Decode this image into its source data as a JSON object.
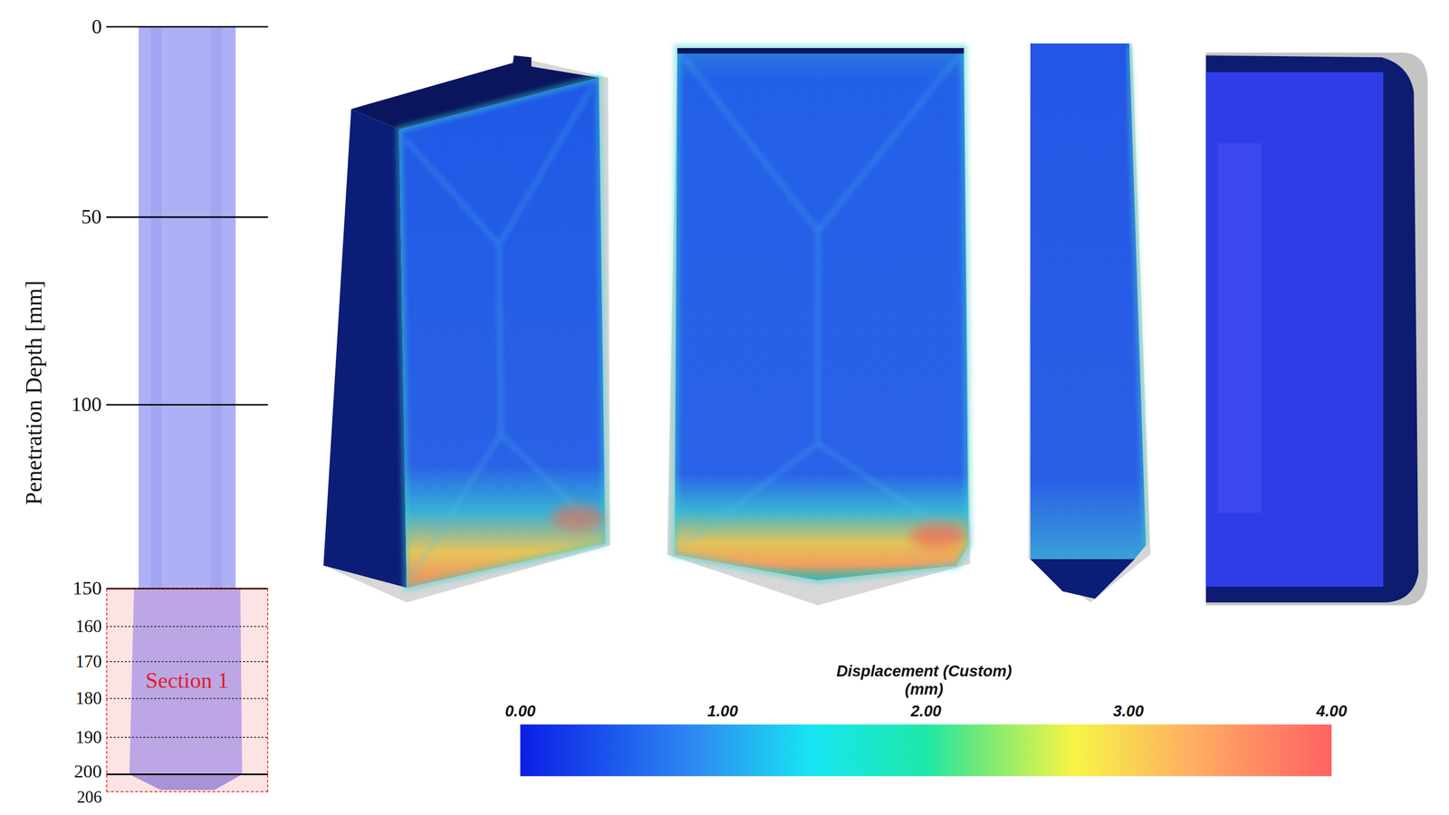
{
  "diagram": {
    "nodes": [
      {
        "text": [
          "Section 1"
        ]
      }
    ],
    "labels": [
      "0",
      "50",
      "100",
      "150",
      "160",
      "170",
      "180",
      "190",
      "200",
      "206",
      "Penetration Depth [mm]",
      "Displacement (Custom) (mm)",
      "0.00",
      "1.00",
      "2.00",
      "3.00",
      "4.00"
    ]
  }
}
